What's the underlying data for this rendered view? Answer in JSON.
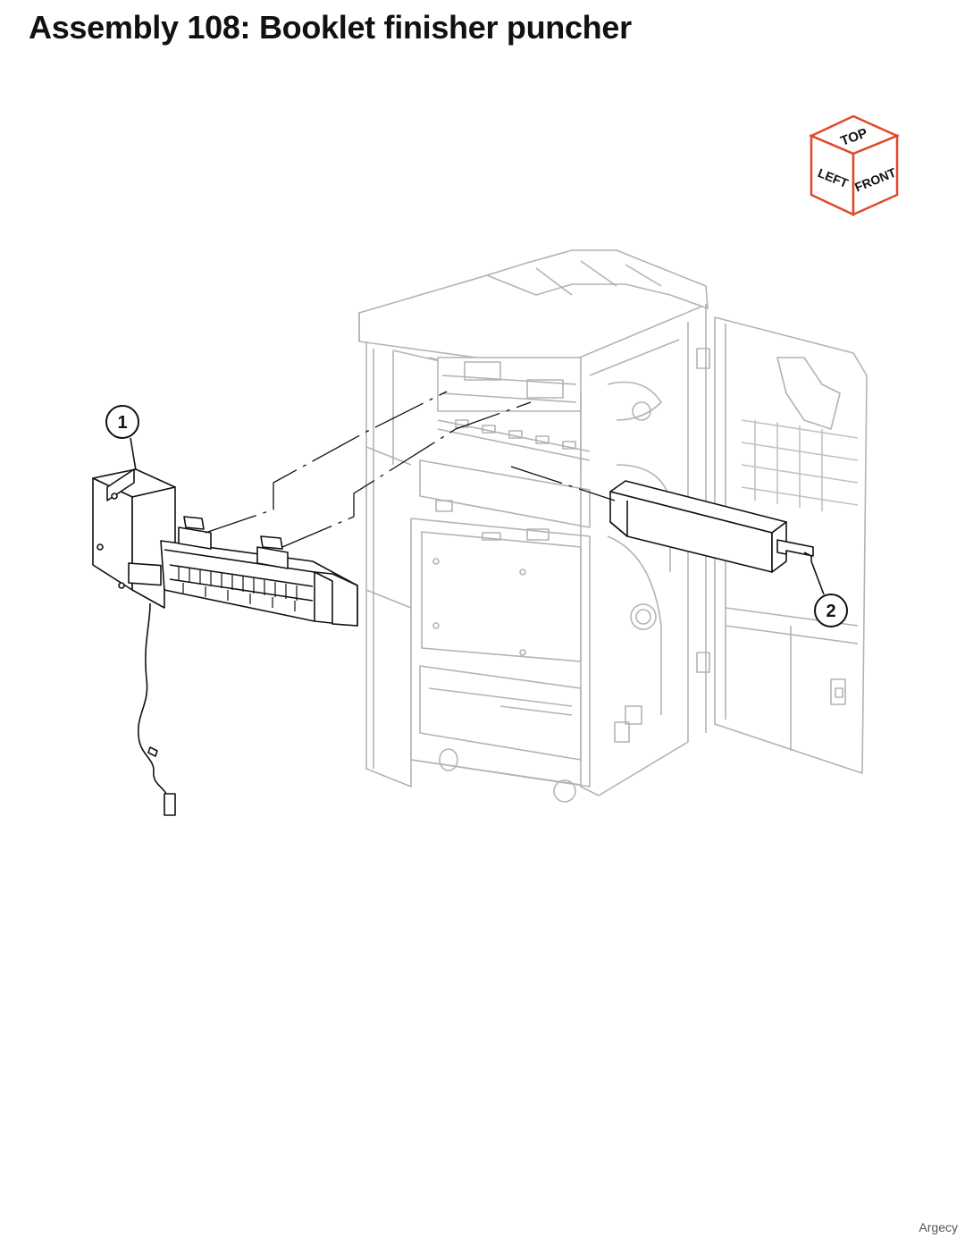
{
  "title": "Assembly 108: Booklet finisher puncher",
  "orientation_cube": {
    "top": "TOP",
    "left": "LEFT",
    "front": "FRONT",
    "outline_color": "#e0492a"
  },
  "callouts": [
    {
      "number": "1"
    },
    {
      "number": "2"
    }
  ],
  "watermark": "Argecy",
  "colors": {
    "line": "#111111",
    "ghost_line": "#b3b3b3",
    "cube_outline": "#e0492a"
  }
}
